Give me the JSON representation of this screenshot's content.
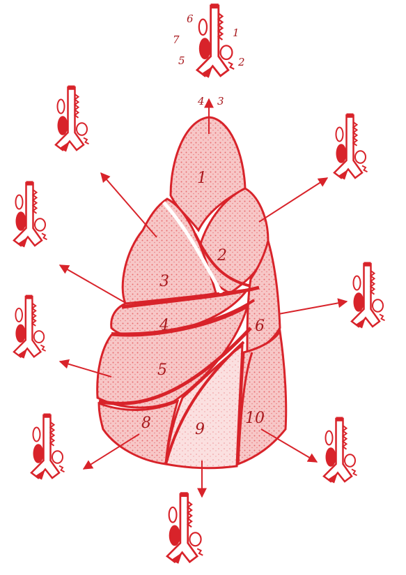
{
  "palette": {
    "ink": "#d8232a",
    "dark": "#a8181c",
    "paper": "#ffffff"
  },
  "top_labels": [
    "6",
    "7",
    "1",
    "5",
    "2",
    "4",
    "3"
  ],
  "segments": [
    "1",
    "2",
    "3",
    "4",
    "5",
    "6",
    "8",
    "9",
    "10"
  ]
}
